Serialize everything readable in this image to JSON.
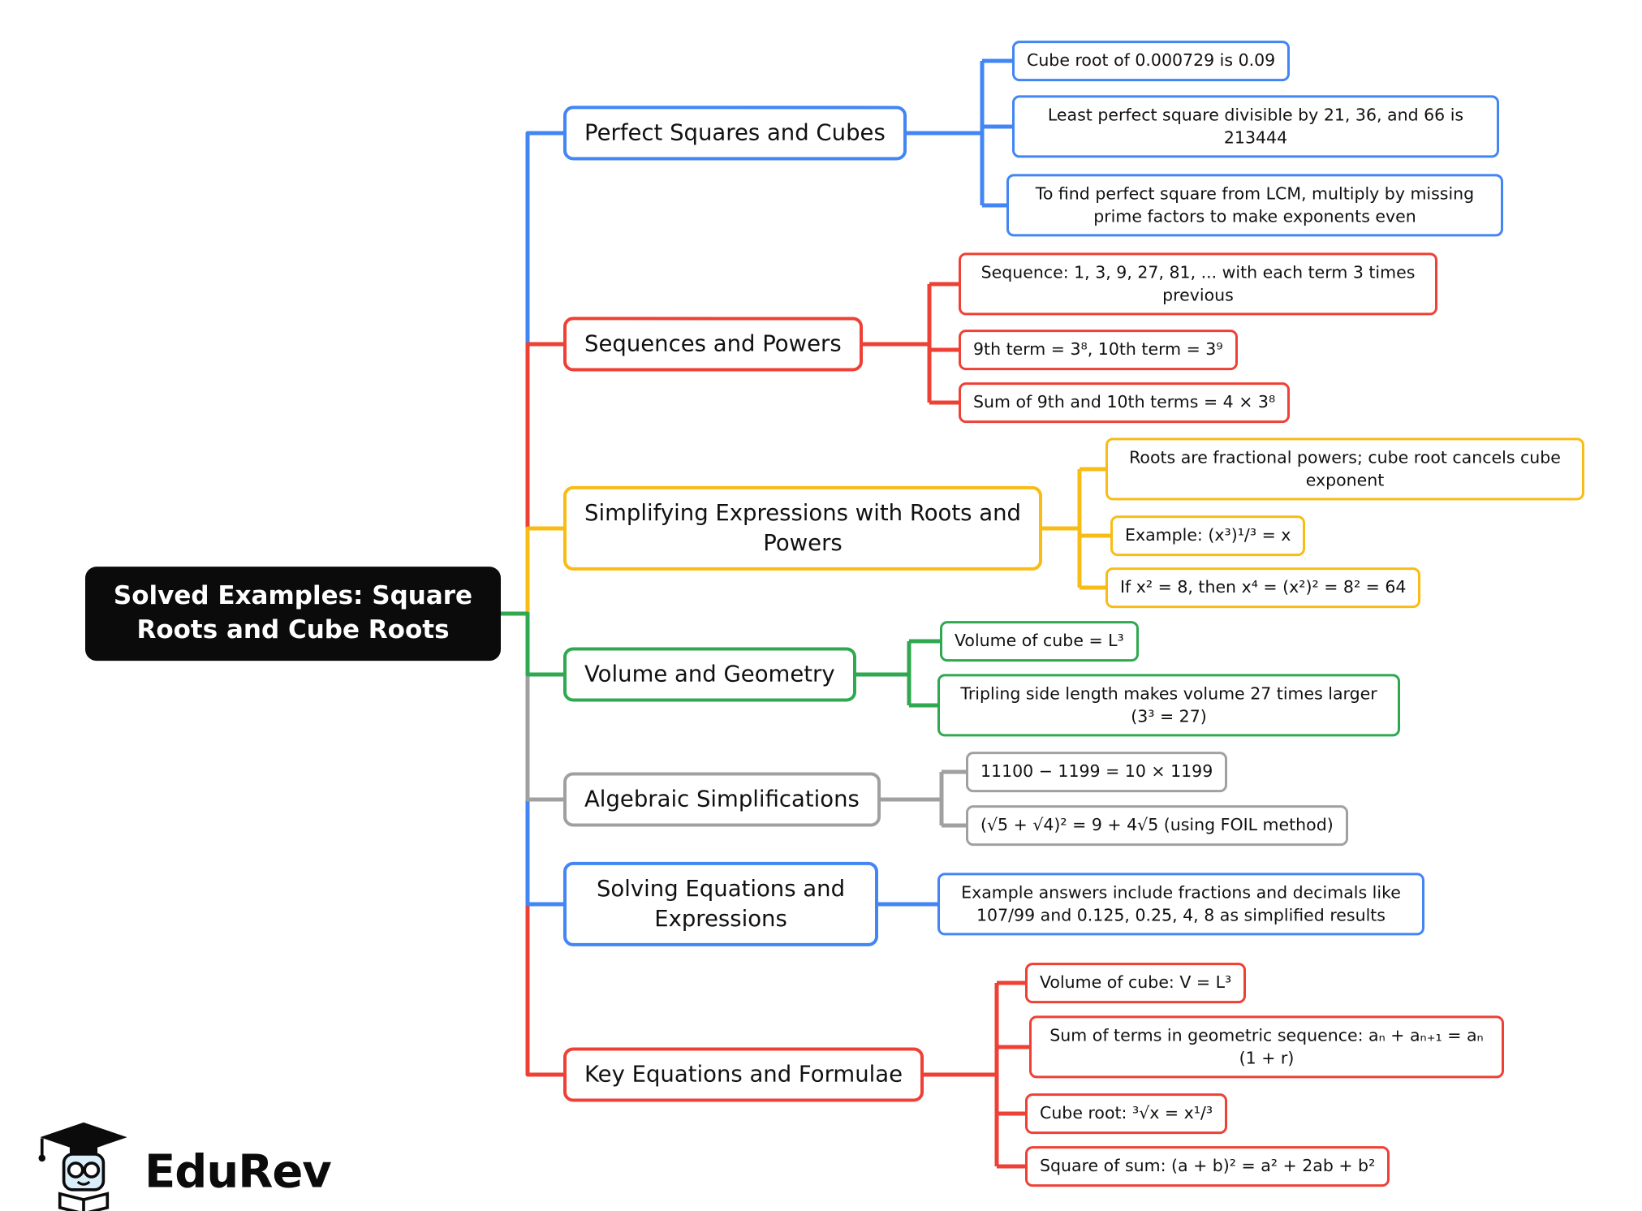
{
  "central": {
    "label": "Solved Examples: Square Roots and Cube Roots"
  },
  "theme": {
    "blue": "#4285F4",
    "red": "#EE4035",
    "yellow": "#F9BC15",
    "green": "#2FA84F",
    "gray": "#A0A0A0",
    "central_bg": "#0b0b0b"
  },
  "branches": [
    {
      "label": "Perfect Squares and Cubes",
      "color": "#4285F4",
      "children": [
        "Cube root of 0.000729 is 0.09",
        "Least perfect square divisible by 21, 36, and 66 is 213444",
        "To find perfect square from LCM, multiply by missing prime factors to make exponents even"
      ]
    },
    {
      "label": "Sequences and Powers",
      "color": "#EE4035",
      "children": [
        "Sequence: 1, 3, 9, 27, 81, ... with each term 3 times previous",
        "9th term = 3⁸, 10th term = 3⁹",
        "Sum of 9th and 10th terms = 4 × 3⁸"
      ]
    },
    {
      "label": "Simplifying Expressions with Roots and Powers",
      "color": "#F9BC15",
      "children": [
        "Roots are fractional powers; cube root cancels cube exponent",
        "Example: (x³)¹/³ = x",
        "If x² = 8, then x⁴ = (x²)² = 8² = 64"
      ]
    },
    {
      "label": "Volume and Geometry",
      "color": "#2FA84F",
      "children": [
        "Volume of cube = L³",
        "Tripling side length makes volume 27 times larger (3³ = 27)"
      ]
    },
    {
      "label": "Algebraic Simplifications",
      "color": "#A0A0A0",
      "children": [
        "11100 − 1199 = 10 × 1199",
        "(√5 + √4)² = 9 + 4√5 (using FOIL method)"
      ]
    },
    {
      "label": "Solving Equations and Expressions",
      "color": "#4285F4",
      "children": [
        "Example answers include fractions and decimals like 107/99 and 0.125, 0.25, 4, 8 as simplified results"
      ]
    },
    {
      "label": "Key Equations and Formulae",
      "color": "#EE4035",
      "children": [
        "Volume of cube: V = L³",
        "Sum of terms in geometric sequence: aₙ + aₙ₊₁ = aₙ (1 + r)",
        "Cube root: ³√x = x¹/³",
        "Square of sum: (a + b)² = a² + 2ab + b²"
      ]
    }
  ],
  "logo": {
    "brand": "EduRev"
  }
}
